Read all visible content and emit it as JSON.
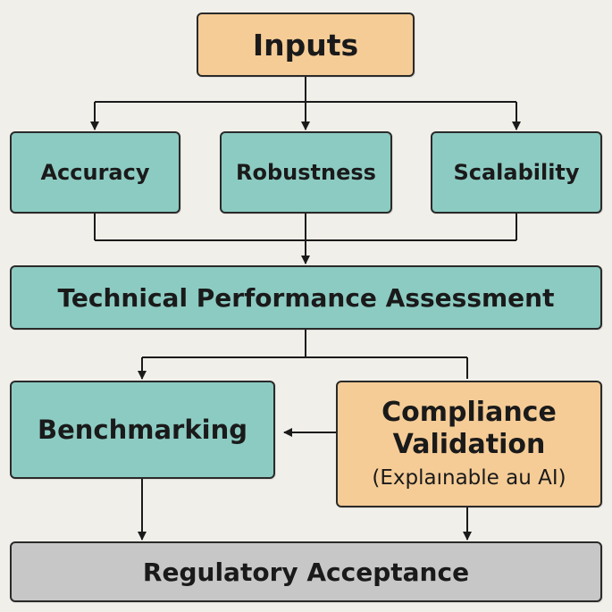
{
  "diagram": {
    "nodes": {
      "inputs": {
        "label": "Inputs",
        "color": "#f5cc96"
      },
      "accuracy": {
        "label": "Accuracy",
        "color": "#8ccbc2"
      },
      "robustness": {
        "label": "Robustness",
        "color": "#8ccbc2"
      },
      "scalability": {
        "label": "Scalability",
        "color": "#8ccbc2"
      },
      "technical_performance_assessment": {
        "label": "Technical Performance Assessment",
        "color": "#8ccbc2"
      },
      "benchmarking": {
        "label": "Benchmarking",
        "color": "#8ccbc2"
      },
      "compliance_validation": {
        "label_line1": "Compliance",
        "label_line2": "Validation",
        "sublabel": "(Explaınable au AI)",
        "color": "#f5cc96"
      },
      "regulatory_acceptance": {
        "label": "Regulatory Acceptance",
        "color": "#c7c7c7"
      }
    },
    "edges": [
      {
        "from": "inputs",
        "to": "accuracy"
      },
      {
        "from": "inputs",
        "to": "robustness"
      },
      {
        "from": "inputs",
        "to": "scalability"
      },
      {
        "from": "accuracy",
        "to": "technical_performance_assessment"
      },
      {
        "from": "robustness",
        "to": "technical_performance_assessment"
      },
      {
        "from": "scalability",
        "to": "technical_performance_assessment"
      },
      {
        "from": "technical_performance_assessment",
        "to": "benchmarking"
      },
      {
        "from": "technical_performance_assessment",
        "to": "compliance_validation"
      },
      {
        "from": "compliance_validation",
        "to": "benchmarking"
      },
      {
        "from": "benchmarking",
        "to": "regulatory_acceptance"
      },
      {
        "from": "compliance_validation",
        "to": "regulatory_acceptance"
      }
    ]
  }
}
